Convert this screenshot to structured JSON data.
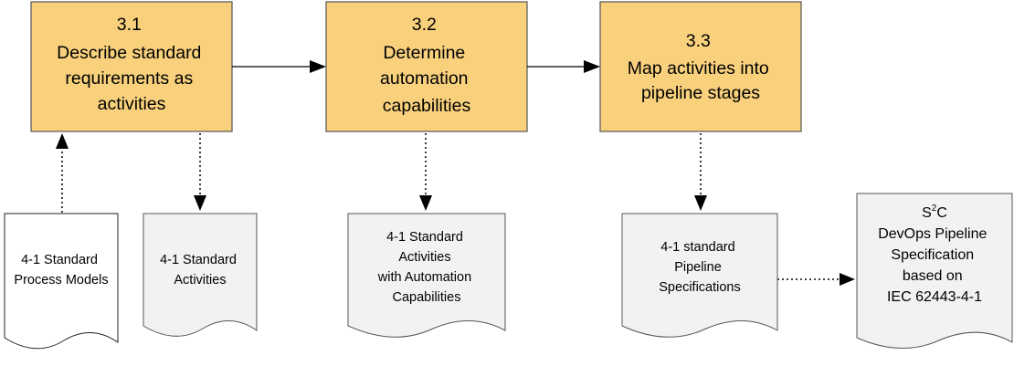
{
  "processes": [
    {
      "id": "3.1",
      "lines": [
        "3.1",
        "Describe standard",
        "requirements as",
        "activities"
      ]
    },
    {
      "id": "3.2",
      "lines": [
        "3.2",
        "Determine",
        "automation",
        "capabilities"
      ]
    },
    {
      "id": "3.3",
      "lines": [
        "3.3",
        "Map activities into",
        "pipeline stages"
      ]
    }
  ],
  "documents": {
    "process_models": {
      "lines": [
        "4-1 Standard",
        "Process Models"
      ]
    },
    "standard_activities": {
      "lines": [
        "4-1 Standard",
        "Activities"
      ]
    },
    "activities_automation": {
      "lines": [
        "4-1 Standard",
        "Activities",
        "with Automation",
        "Capabilities"
      ]
    },
    "pipeline_specs": {
      "lines": [
        "4-1 standard",
        "Pipeline",
        "Specifications"
      ]
    },
    "s2c_spec": {
      "title_base": "S",
      "title_sup": "2",
      "title_rest": "C",
      "lines": [
        "DevOps Pipeline",
        "Specification",
        "based on",
        "IEC 62443-4-1"
      ]
    }
  }
}
